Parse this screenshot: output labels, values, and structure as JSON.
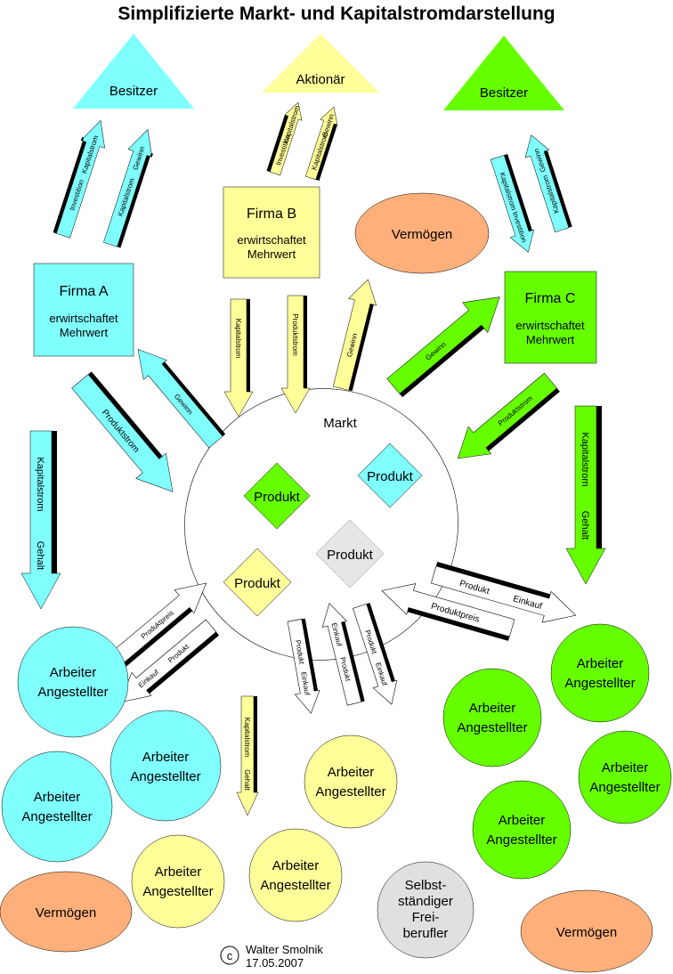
{
  "title": "Simplifizierte Markt- und Kapitalstromdarstellung",
  "owners": {
    "left": "Besitzer",
    "center": "Aktionär",
    "right": "Besitzer"
  },
  "firms": {
    "a": {
      "name": "Firma A",
      "line1": "erwirtschaftet",
      "line2": "Mehrwert"
    },
    "b": {
      "name": "Firma B",
      "line1": "erwirtschaftet",
      "line2": "Mehrwert"
    },
    "c": {
      "name": "Firma C",
      "line1": "erwirtschaftet",
      "line2": "Mehrwert"
    }
  },
  "market": {
    "label": "Markt",
    "products": [
      "Produkt",
      "Produkt",
      "Produkt",
      "Produkt"
    ]
  },
  "flows": {
    "investition": "Investition",
    "kapitalstrom": "Kapitalstrom",
    "gewinn": "Gewinn",
    "produktstrom": "Produktstrom",
    "gehalt": "Gehalt",
    "produktpreis": "Produktpreis",
    "einkauf": "Einkauf",
    "produkt": "Produkt"
  },
  "workers": {
    "line1": "Arbeiter",
    "line2": "Angestellter"
  },
  "wealth": "Vermögen",
  "freelancer": [
    "Selbst-",
    "ständiger",
    "Frei-",
    "berufler"
  ],
  "credit": {
    "symbol": "c",
    "author": "Walter Smolnik",
    "date": "17.05.2007"
  },
  "colors": {
    "cyan": "#80ffff",
    "yellow": "#ffff99",
    "green": "#66ff00",
    "orange": "#ffb07a",
    "gray": "#e0e0e0"
  }
}
